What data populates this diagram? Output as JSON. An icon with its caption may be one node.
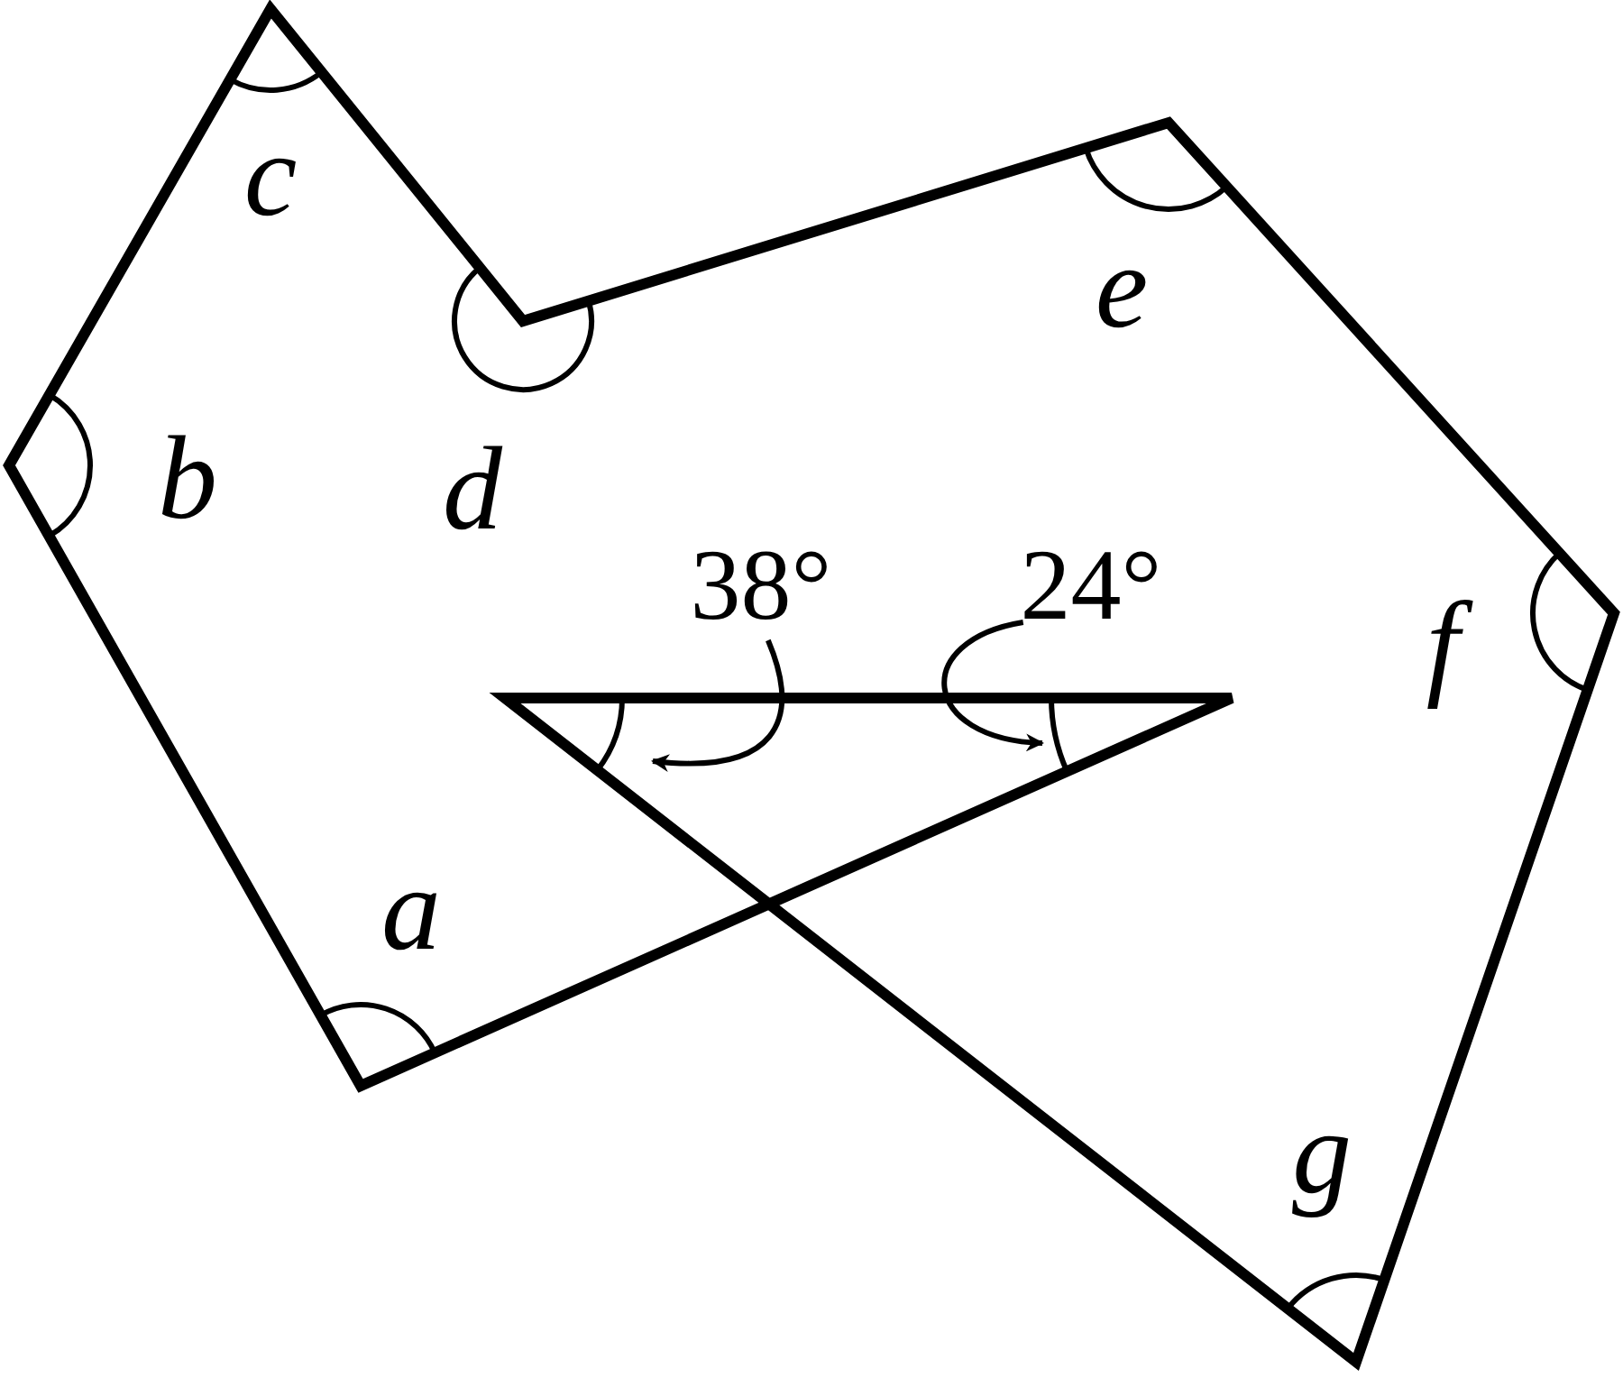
{
  "diagram": {
    "nodes": [
      {
        "text": [
          "38°"
        ]
      },
      {
        "text": [
          "24°"
        ]
      }
    ],
    "edges": [
      {
        "from": 0,
        "to": null,
        "arrow": "to"
      },
      {
        "from": 1,
        "to": null,
        "arrow": "to"
      }
    ],
    "labels": [
      "c",
      "e",
      "b",
      "d",
      "f",
      "a",
      "g"
    ]
  }
}
